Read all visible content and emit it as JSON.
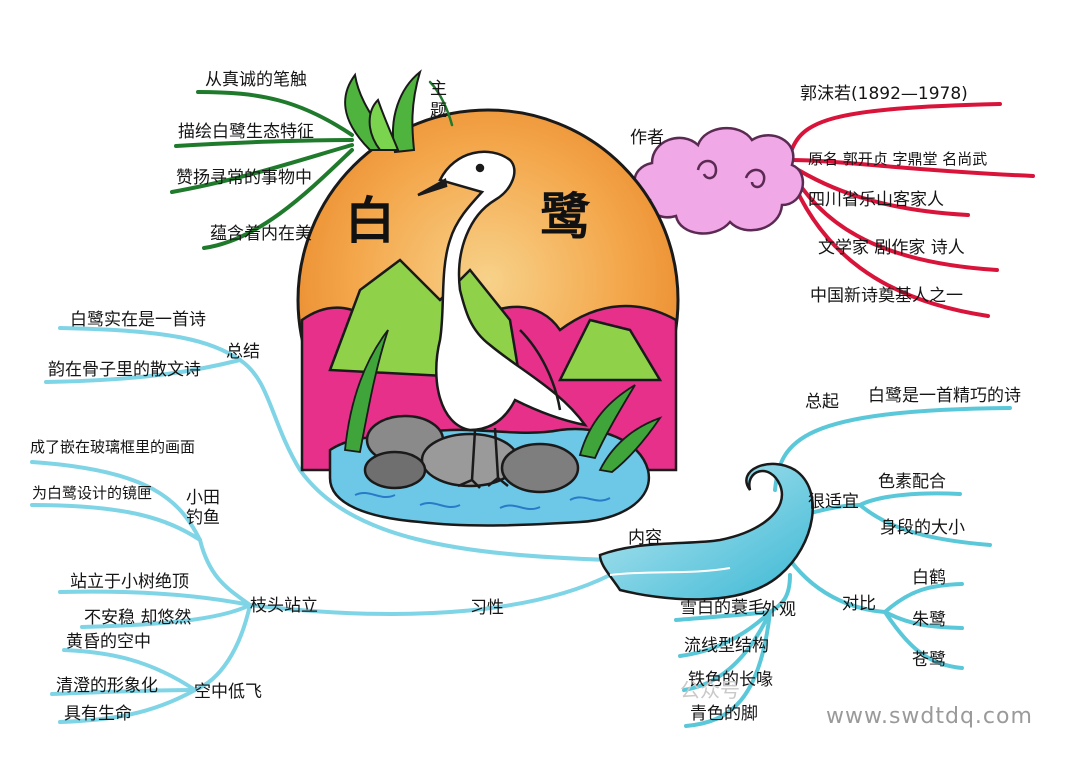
{
  "center": {
    "title_char_1": "白",
    "title_char_2": "鹭"
  },
  "theme": {
    "label": "主题",
    "items": [
      "从真诚的笔触",
      "描绘白鹭生态特征",
      "赞扬寻常的事物中",
      "蕴含着内在美"
    ]
  },
  "author": {
    "label": "作者",
    "items": [
      "郭沫若(1892—1978)",
      "原名 郭开贞 字鼎堂 名尚武",
      "四川省乐山客家人",
      "文学家 剧作家 诗人",
      "中国新诗奠基人之一"
    ]
  },
  "summary": {
    "label": "总结",
    "items": [
      "白鹭实在是一首诗",
      "韵在骨子里的散文诗"
    ]
  },
  "content": {
    "label": "内容",
    "intro": {
      "label": "总起",
      "text": "白鹭是一首精巧的诗"
    },
    "appropriate": {
      "label": "很适宜",
      "items": [
        "色素配合",
        "身段的大小"
      ]
    },
    "contrast": {
      "label": "对比",
      "items": [
        "白鹤",
        "朱鹭",
        "苍鹭"
      ]
    },
    "appearance": {
      "label": "外观",
      "items": [
        "雪白的蓑毛",
        "流线型结构",
        "铁色的长喙",
        "青色的脚"
      ]
    }
  },
  "habits": {
    "label": "习性",
    "fishing": {
      "label": "小田钓鱼",
      "items": [
        "成了嵌在玻璃框里的画面",
        "为白鹭设计的镜匣"
      ]
    },
    "perch": {
      "label": "枝头站立",
      "items": [
        "站立于小树绝顶",
        "不安稳 却悠然"
      ]
    },
    "flight": {
      "label": "空中低飞",
      "items": [
        "黄昏的空中",
        "清澄的形象化",
        "具有生命"
      ]
    }
  },
  "watermark": "www.swdtdq.com",
  "watermark_faint": "公众号",
  "colors": {
    "theme_branch": "#1f7a2c",
    "author_branch": "#d8143a",
    "summary_branch": "#7fd4e6",
    "content_branch": "#5ac8d8",
    "sun_orange": "#f4a64a",
    "cloud_pink": "#f0a8e6",
    "wave_blue": "#59c8de",
    "hill_green": "#8fd24a",
    "magenta": "#e6308a"
  }
}
